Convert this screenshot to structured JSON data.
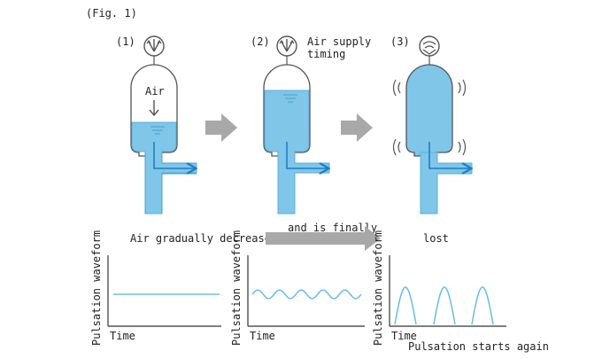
{
  "figure": {
    "label": "(Fig. 1)"
  },
  "steps": [
    {
      "num": "(1)",
      "inside_label": "Air"
    },
    {
      "num": "(2)",
      "note_line1": "Air supply",
      "note_line2": "timing"
    },
    {
      "num": "(3)"
    }
  ],
  "captions": {
    "first": "Air gradually decreases,",
    "middle": "and is finally",
    "last": "lost"
  },
  "charts": [
    {
      "ylabel": "Pulsation waveform",
      "xlabel": "Time",
      "note": ""
    },
    {
      "ylabel": "Pulsation waveform",
      "xlabel": "Time",
      "note": ""
    },
    {
      "ylabel": "Pulsation waveform",
      "xlabel": "Time",
      "note": "Pulsation starts again"
    }
  ],
  "colors": {
    "water": "#7fc6e9",
    "water_stroke": "#5bb0db",
    "outline": "#555555",
    "arrow_grey": "#a8a8a8",
    "flow_blue": "#1f7fc4",
    "wave": "#6fc0e6"
  },
  "chart_data": [
    {
      "type": "line",
      "title": "",
      "xlabel": "Time",
      "ylabel": "Pulsation waveform",
      "series": [
        {
          "shape": "flat",
          "y": [
            0.5,
            0.5,
            0.5,
            0.5,
            0.5,
            0.5,
            0.5
          ]
        }
      ]
    },
    {
      "type": "line",
      "title": "",
      "xlabel": "Time",
      "ylabel": "Pulsation waveform",
      "series": [
        {
          "shape": "small-ripple",
          "cycles": 5,
          "amplitude": 0.1
        }
      ]
    },
    {
      "type": "line",
      "title": "",
      "xlabel": "Time",
      "ylabel": "Pulsation waveform",
      "series": [
        {
          "shape": "large-pulses",
          "pulses": 3,
          "amplitude": 1.0
        }
      ]
    }
  ]
}
